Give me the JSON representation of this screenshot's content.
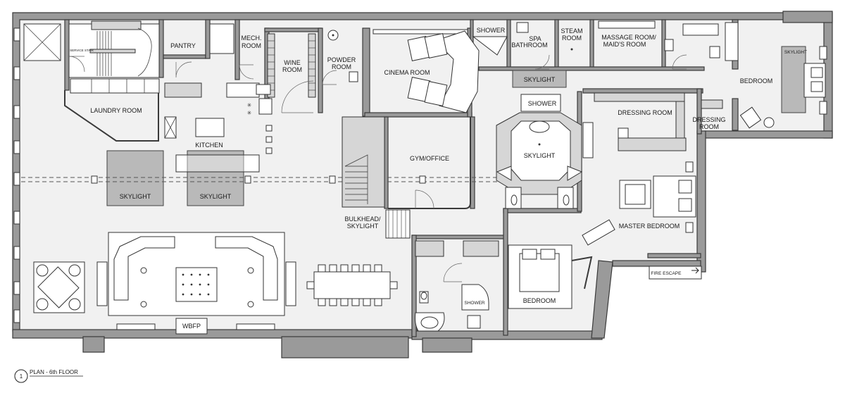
{
  "plan": {
    "number": "1",
    "title": "PLAN - 6th FLOOR"
  },
  "rooms": {
    "service_stair": "SERVICE STAIR",
    "pantry": "PANTRY",
    "mech_1": "MECH.",
    "mech_2": "ROOM",
    "wine_1": "WINE",
    "wine_2": "ROOM",
    "powder_1": "POWDER",
    "powder_2": "ROOM",
    "cinema": "CINEMA ROOM",
    "shower_top": "SHOWER",
    "spa_1": "SPA",
    "spa_2": "BATHROOM",
    "steam_1": "STEAM",
    "steam_2": "ROOM",
    "massage_1": "MASSAGE ROOM/",
    "massage_2": "MAID'S ROOM",
    "bedroom_ne": "BEDROOM",
    "skylight_bedroom": "SKYLIGHT",
    "skylight_center": "SKYLIGHT",
    "laundry": "LAUNDRY ROOM",
    "kitchen": "KITCHEN",
    "skylight_left": "SKYLIGHT",
    "skylight_mid": "SKYLIGHT",
    "gym": "GYM/OFFICE",
    "bulkhead_1": "BULKHEAD/",
    "bulkhead_2": "SKYLIGHT",
    "shower_master": "SHOWER",
    "skylight_master_bath": "SKYLIGHT",
    "dressing": "DRESSING ROOM",
    "dressing_small_1": "DRESSING",
    "dressing_small_2": "ROOM",
    "master_bedroom": "MASTER BEDROOM",
    "fire_escape": "FIRE ESCAPE",
    "wbfp": "WBFP",
    "bedroom_s": "BEDROOM",
    "shower_s": "SHOWER"
  }
}
